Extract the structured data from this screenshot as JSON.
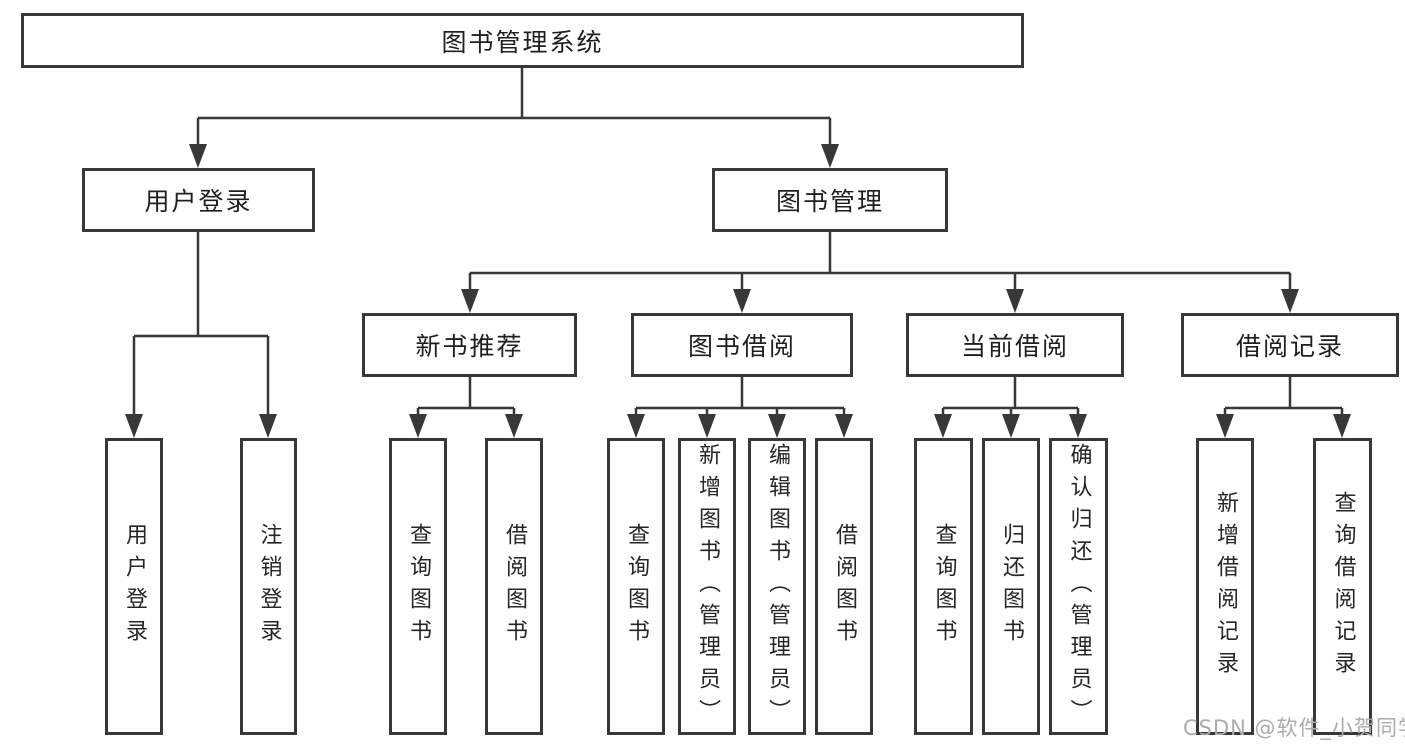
{
  "tree": {
    "label": "图书管理系统",
    "children": [
      {
        "label": "用户登录",
        "children": [
          {
            "label": "用户登录"
          },
          {
            "label": "注销登录"
          }
        ]
      },
      {
        "label": "图书管理",
        "children": [
          {
            "label": "新书推荐",
            "children": [
              {
                "label": "查询图书"
              },
              {
                "label": "借阅图书"
              }
            ]
          },
          {
            "label": "图书借阅",
            "children": [
              {
                "label": "查询图书"
              },
              {
                "label": "新增图书（管理员）"
              },
              {
                "label": "编辑图书（管理员）"
              },
              {
                "label": "借阅图书"
              }
            ]
          },
          {
            "label": "当前借阅",
            "children": [
              {
                "label": "查询图书"
              },
              {
                "label": "归还图书"
              },
              {
                "label": "确认归还（管理员）"
              }
            ]
          },
          {
            "label": "借阅记录",
            "children": [
              {
                "label": "新增借阅记录"
              },
              {
                "label": "查询借阅记录"
              }
            ]
          }
        ]
      }
    ]
  },
  "watermark": "CSDN @软件_小贺同学",
  "colors": {
    "line": "#383838",
    "box_border": "#383838",
    "text": "#1f1f1f",
    "watermark": "#acacac",
    "background": "#ffffff"
  }
}
